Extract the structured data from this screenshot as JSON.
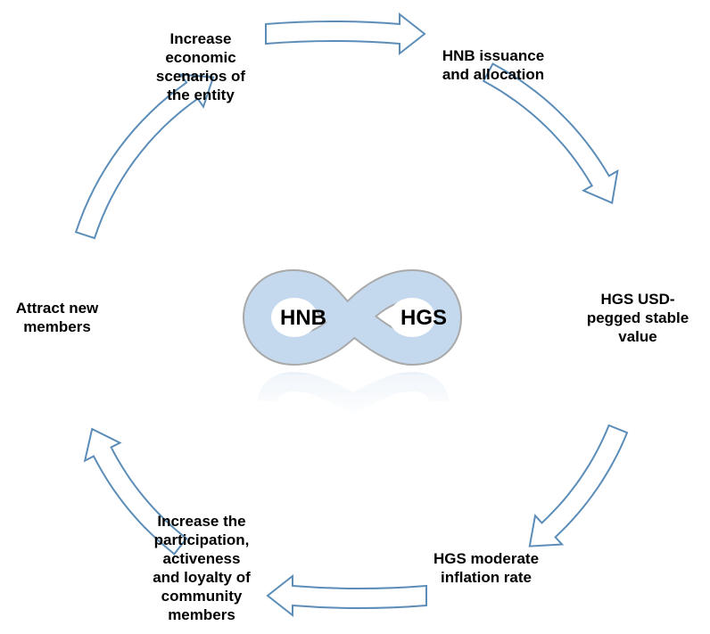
{
  "center": {
    "left_label": "HNB",
    "right_label": "HGS"
  },
  "cycle_steps": [
    {
      "id": "increase-economic-scenarios",
      "lines": [
        "Increase",
        "economic",
        "scenarios of",
        "the entity"
      ]
    },
    {
      "id": "hnb-issuance",
      "lines": [
        "HNB issuance",
        "and allocation"
      ]
    },
    {
      "id": "hgs-usd-pegged",
      "lines": [
        "HGS USD-",
        "pegged stable",
        "value"
      ]
    },
    {
      "id": "hgs-moderate-inflation",
      "lines": [
        "HGS moderate",
        "inflation rate"
      ]
    },
    {
      "id": "increase-participation",
      "lines": [
        "Increase the",
        "participation,",
        "activeness",
        "and loyalty of",
        "community",
        "members"
      ]
    },
    {
      "id": "attract-new-members",
      "lines": [
        "Attract new",
        "members"
      ]
    }
  ],
  "colors": {
    "arrow_outline": "#5b8db8",
    "arrow_fill": "#ffffff",
    "infinity_fill": "#c5d9ee",
    "infinity_outline": "#a9a9a9",
    "text": "#000000"
  }
}
